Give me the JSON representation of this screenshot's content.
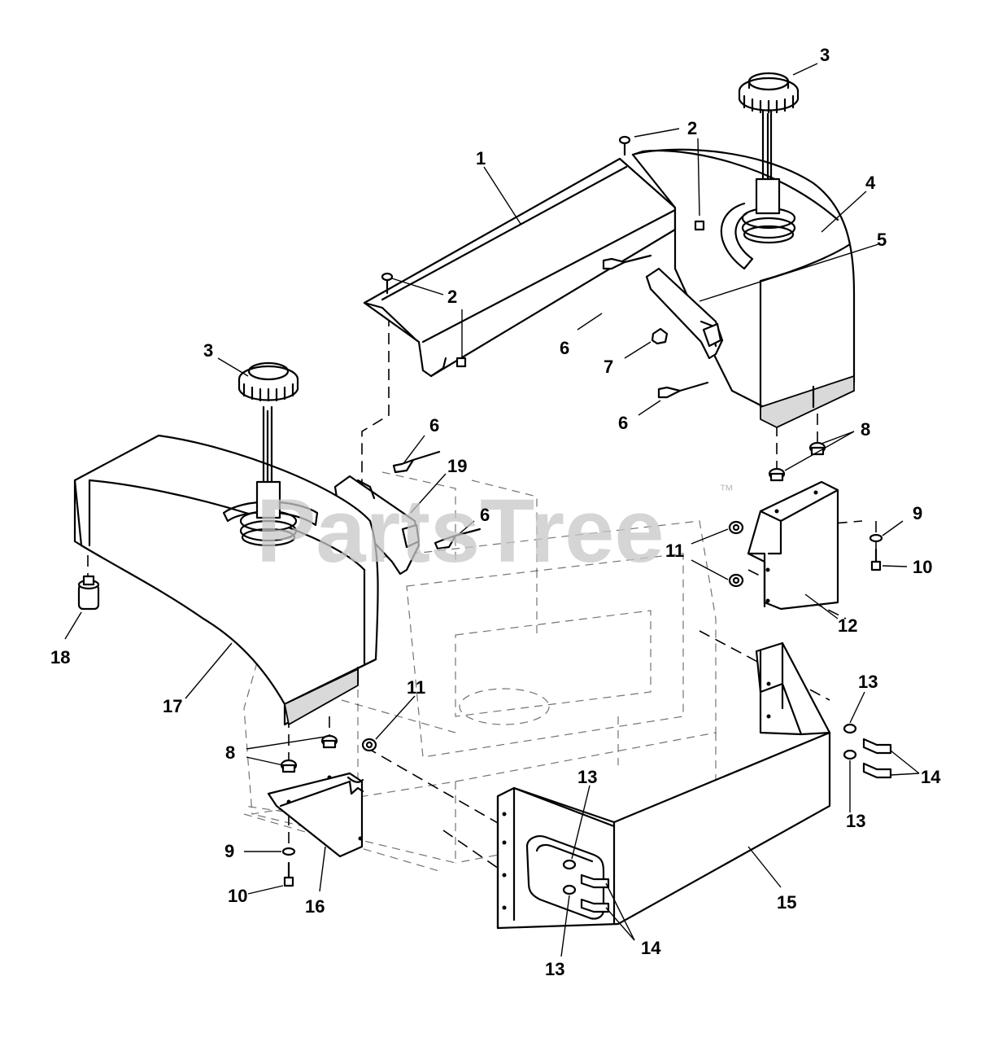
{
  "watermark": {
    "brand": "PartsTree",
    "trademark": "™"
  },
  "callouts": [
    {
      "id": "c-1",
      "label": "1"
    },
    {
      "id": "c-2a",
      "label": "2"
    },
    {
      "id": "c-2b",
      "label": "2"
    },
    {
      "id": "c-3a",
      "label": "3"
    },
    {
      "id": "c-3b",
      "label": "3"
    },
    {
      "id": "c-4",
      "label": "4"
    },
    {
      "id": "c-5",
      "label": "5"
    },
    {
      "id": "c-6a",
      "label": "6"
    },
    {
      "id": "c-6b",
      "label": "6"
    },
    {
      "id": "c-6c",
      "label": "6"
    },
    {
      "id": "c-6d",
      "label": "6"
    },
    {
      "id": "c-7",
      "label": "7"
    },
    {
      "id": "c-8a",
      "label": "8"
    },
    {
      "id": "c-8b",
      "label": "8"
    },
    {
      "id": "c-9a",
      "label": "9"
    },
    {
      "id": "c-9b",
      "label": "9"
    },
    {
      "id": "c-10a",
      "label": "10"
    },
    {
      "id": "c-10b",
      "label": "10"
    },
    {
      "id": "c-11a",
      "label": "11"
    },
    {
      "id": "c-11b",
      "label": "11"
    },
    {
      "id": "c-12",
      "label": "12"
    },
    {
      "id": "c-13a",
      "label": "13"
    },
    {
      "id": "c-13b",
      "label": "13"
    },
    {
      "id": "c-13c",
      "label": "13"
    },
    {
      "id": "c-13d",
      "label": "13"
    },
    {
      "id": "c-14a",
      "label": "14"
    },
    {
      "id": "c-14b",
      "label": "14"
    },
    {
      "id": "c-15",
      "label": "15"
    },
    {
      "id": "c-16",
      "label": "16"
    },
    {
      "id": "c-17",
      "label": "17"
    },
    {
      "id": "c-18",
      "label": "18"
    },
    {
      "id": "c-19",
      "label": "19"
    }
  ]
}
